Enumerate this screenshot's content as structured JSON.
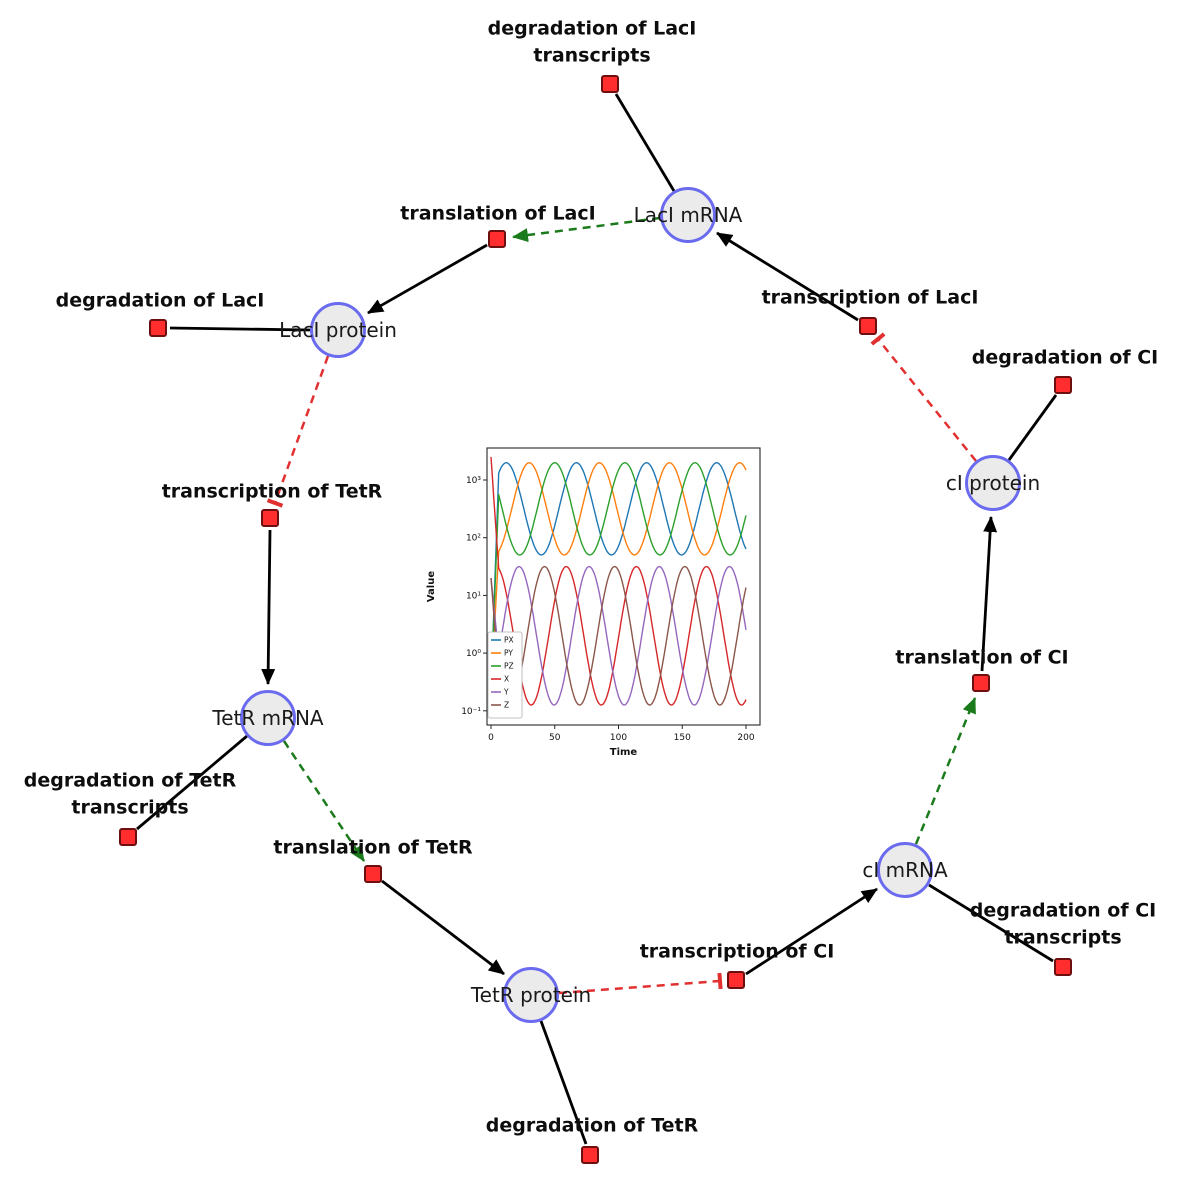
{
  "diagram": {
    "species": [
      {
        "id": "laci-mrna",
        "label": "LacI mRNA"
      },
      {
        "id": "laci-protein",
        "label": "LacI protein"
      },
      {
        "id": "tetr-mrna",
        "label": "TetR mRNA"
      },
      {
        "id": "tetr-protein",
        "label": "TetR protein"
      },
      {
        "id": "ci-mrna",
        "label": "cI mRNA"
      },
      {
        "id": "ci-protein",
        "label": "cI protein"
      }
    ],
    "reactions": [
      {
        "id": "degradation-laci-transcripts",
        "label": "degradation of LacI transcripts"
      },
      {
        "id": "translation-laci",
        "label": "translation of LacI"
      },
      {
        "id": "transcription-laci",
        "label": "transcription of LacI"
      },
      {
        "id": "degradation-laci",
        "label": "degradation of LacI"
      },
      {
        "id": "degradation-ci",
        "label": "degradation of CI"
      },
      {
        "id": "transcription-tetr",
        "label": "transcription of TetR"
      },
      {
        "id": "translation-ci",
        "label": "translation of CI"
      },
      {
        "id": "degradation-tetr-transcripts",
        "label": "degradation of TetR transcripts"
      },
      {
        "id": "translation-tetr",
        "label": "translation of TetR"
      },
      {
        "id": "transcription-ci",
        "label": "transcription of CI"
      },
      {
        "id": "degradation-ci-transcripts",
        "label": "degradation of CI transcripts"
      },
      {
        "id": "degradation-tetr",
        "label": "degradation of TetR"
      }
    ],
    "colors": {
      "species_fill": "#ebebeb",
      "species_border": "#6b6bef",
      "reaction_fill": "#ff2d2d",
      "reaction_border": "#6e0f0f",
      "mass_flow_edge": "#000000",
      "activation_edge": "#1b7a1b",
      "inhibition_edge": "#e23030"
    }
  },
  "chart_data": {
    "type": "line",
    "title": "",
    "xlabel": "Time",
    "ylabel": "Value",
    "x_range": [
      0,
      200
    ],
    "x_ticks": [
      0,
      50,
      100,
      150,
      200
    ],
    "y_scale": "log",
    "y_range": [
      0.1,
      2000
    ],
    "y_tick_labels": [
      "10⁻¹",
      "10⁰",
      "10¹",
      "10²",
      "10³"
    ],
    "y_tick_exponents": [
      -1,
      0,
      1,
      2,
      3
    ],
    "grid": false,
    "legend_position": "lower left",
    "series": [
      {
        "name": "PX",
        "color": "#1f77b4",
        "period": 55,
        "peak_time": 12,
        "log10_mid": 2.5,
        "log10_amp": 0.8,
        "initial_value": 0.2,
        "approx_range": [
          50,
          2000
        ]
      },
      {
        "name": "PY",
        "color": "#ff7f0e",
        "period": 55,
        "peak_time": 30,
        "log10_mid": 2.5,
        "log10_amp": 0.8,
        "initial_value": 0.2,
        "approx_range": [
          50,
          2000
        ]
      },
      {
        "name": "PZ",
        "color": "#2ca02c",
        "period": 55,
        "peak_time": 50,
        "log10_mid": 2.5,
        "log10_amp": 0.8,
        "initial_value": 0.2,
        "approx_range": [
          50,
          2000
        ]
      },
      {
        "name": "X",
        "color": "#d62728",
        "period": 55,
        "peak_time": 4,
        "log10_mid": 0.3,
        "log10_amp": 1.2,
        "initial_value": 2500,
        "approx_range": [
          0.12,
          32
        ]
      },
      {
        "name": "Y",
        "color": "#9467bd",
        "period": 55,
        "peak_time": 22,
        "log10_mid": 0.3,
        "log10_amp": 1.2,
        "initial_value": 20,
        "approx_range": [
          0.12,
          32
        ]
      },
      {
        "name": "Z",
        "color": "#8c564b",
        "period": 55,
        "peak_time": 42,
        "log10_mid": 0.3,
        "log10_amp": 1.2,
        "initial_value": 20,
        "approx_range": [
          0.12,
          32
        ]
      }
    ]
  }
}
